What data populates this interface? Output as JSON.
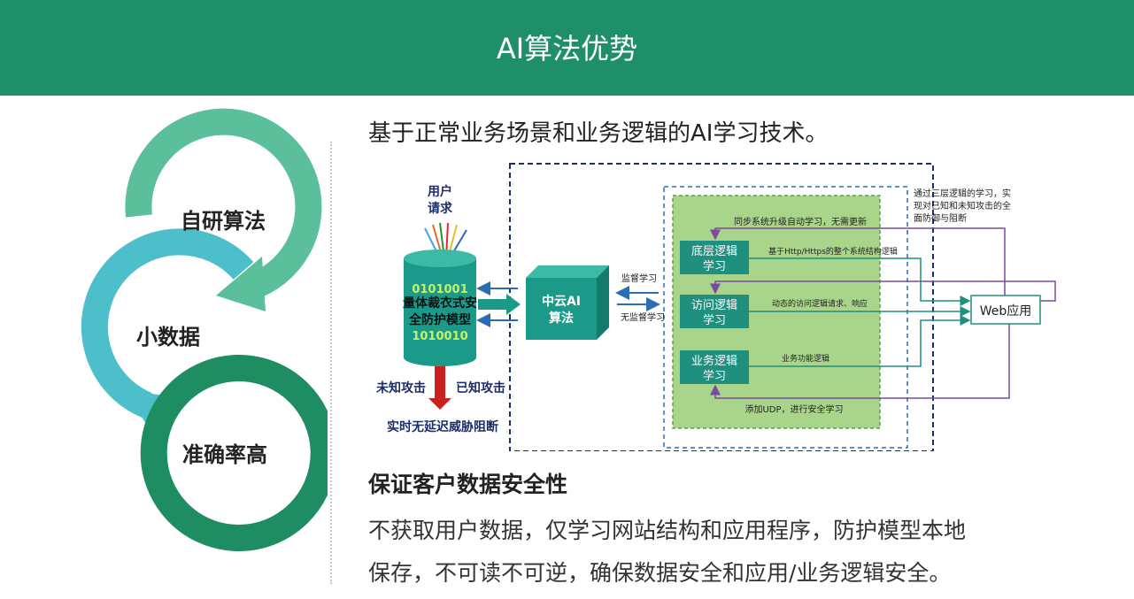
{
  "header": {
    "title": "AI算法优势"
  },
  "left": {
    "items": [
      "自研算法",
      "小数据",
      "准确率高"
    ]
  },
  "subtitle": "基于正常业务场景和业务逻辑的AI学习技术。",
  "diagram": {
    "user_request": [
      "用户",
      "请求"
    ],
    "cylinder_code_top": "0101001",
    "cylinder_label": [
      "量体裁衣式安",
      "全防护模型"
    ],
    "cylinder_code_bottom": "1010010",
    "unknown_attack": "未知攻击",
    "known_attack": "已知攻击",
    "realtime_block": "实时无延迟威胁阻断",
    "engine": [
      "中云AI",
      "算法"
    ],
    "supervised": "监督学习",
    "unsupervised": "无监督学习",
    "layer1": [
      "底层逻辑",
      "学习"
    ],
    "layer2": [
      "访问逻辑",
      "学习"
    ],
    "layer3": [
      "业务逻辑",
      "学习"
    ],
    "sync_text": "同步系统升级自动学习，无需更新",
    "http_text": "基于Http/Https的整个系统结构逻辑",
    "dynamic_text": "动态的访问逻辑请求、响应",
    "business_text": "业务功能逻辑",
    "udp_text": "添加UDP，进行安全学习",
    "note": [
      "通过三层逻辑的学习，实",
      "现对已知和未知攻击的全",
      "面防御与阻断"
    ],
    "web_app": "Web应用"
  },
  "secure": {
    "title": "保证客户数据安全性",
    "line1": "不获取用户数据，仅学习网站结构和应用程序，防护模型本地",
    "line2": "保存，不可读不可逆，确保数据安全和应用/业务逻辑安全。"
  },
  "colors": {
    "header": "#1f8f6a",
    "ring_light": "#5bbf9b",
    "ring_blue": "#4cbfcb",
    "ring_dark": "#1e8d62",
    "teal": "#1b9a8a",
    "green_panel": "#a9d58a",
    "layer_box": "#1f8f7f",
    "purple": "#7b4a9e",
    "navy": "#1c2d6b"
  }
}
